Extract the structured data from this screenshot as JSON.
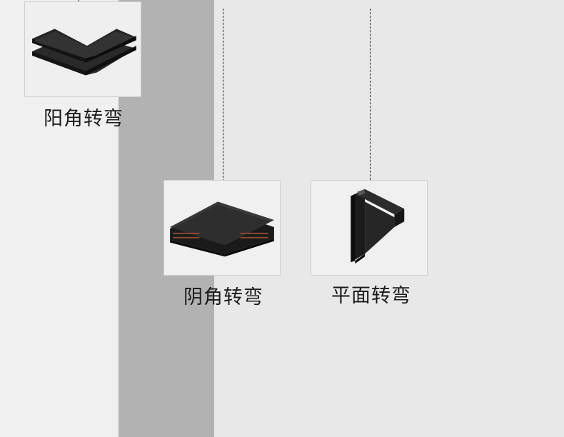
{
  "products": [
    {
      "label": "阳角转弯",
      "icon": "outer-corner-connector-icon"
    },
    {
      "label": "阴角转弯",
      "icon": "inner-corner-connector-icon"
    },
    {
      "label": "平面转弯",
      "icon": "flat-corner-connector-icon"
    }
  ],
  "colors": {
    "left_panel": "#f0f0f0",
    "mid_panel": "#b2b2b2",
    "right_panel": "#e8e8e8",
    "connector": "#1e1e1e"
  }
}
